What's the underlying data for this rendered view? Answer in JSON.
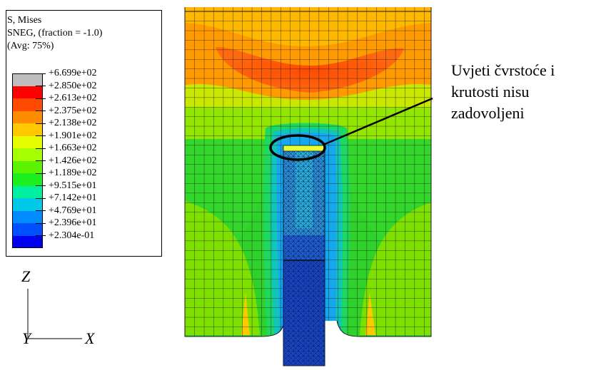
{
  "legend": {
    "title_lines": [
      "S, Mises",
      "SNEG, (fraction = -1.0)",
      "(Avg: 75%)"
    ],
    "levels": [
      "+6.699e+02",
      "+2.850e+02",
      "+2.613e+02",
      "+2.375e+02",
      "+2.138e+02",
      "+1.901e+02",
      "+1.663e+02",
      "+1.426e+02",
      "+1.189e+02",
      "+9.515e+01",
      "+7.142e+01",
      "+4.769e+01",
      "+2.396e+01",
      "+2.304e-01"
    ],
    "colors": [
      "#bdbdbd",
      "#ff0000",
      "#ff4a00",
      "#ff8c00",
      "#ffc800",
      "#e6ff00",
      "#a6ff00",
      "#5cf200",
      "#1ef020",
      "#00f0a0",
      "#00c8e6",
      "#008cff",
      "#0050ff",
      "#0000f0"
    ]
  },
  "axes": {
    "z": "Z",
    "y": "Y",
    "x": "X"
  },
  "annotation": {
    "lines": [
      "Uvjeti čvrstoće i",
      "krutosti nisu",
      "zadovoljeni"
    ]
  },
  "colors": {
    "mesh_line": "#1a1a1a",
    "callout": "#000000"
  }
}
